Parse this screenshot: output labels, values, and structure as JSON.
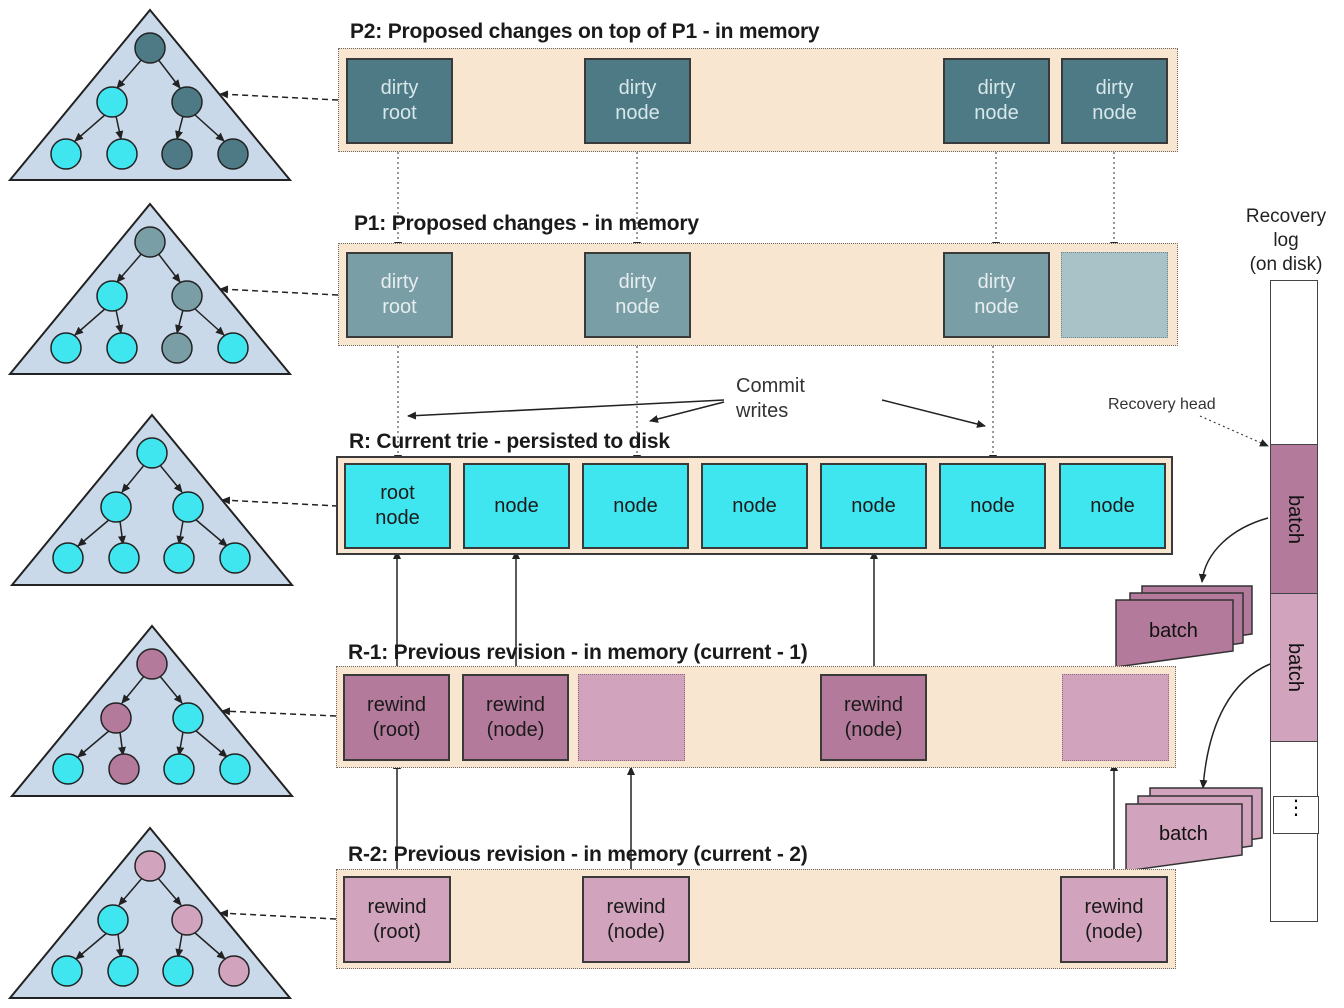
{
  "layers": {
    "p2": {
      "title": "P2: Proposed changes on top of P1 - in memory",
      "boxes": [
        {
          "line1": "dirty",
          "line2": "root"
        },
        {
          "line1": "dirty",
          "line2": "node"
        },
        {
          "line1": "dirty",
          "line2": "node"
        },
        {
          "line1": "dirty",
          "line2": "node"
        }
      ]
    },
    "p1": {
      "title": "P1: Proposed changes - in memory",
      "boxes": [
        {
          "line1": "dirty",
          "line2": "root"
        },
        {
          "line1": "dirty",
          "line2": "node"
        },
        {
          "line1": "dirty",
          "line2": "node"
        }
      ]
    },
    "r": {
      "title": "R: Current trie - persisted to disk",
      "boxes": [
        {
          "line1": "root",
          "line2": "node"
        },
        {
          "line1": "node"
        },
        {
          "line1": "node"
        },
        {
          "line1": "node"
        },
        {
          "line1": "node"
        },
        {
          "line1": "node"
        },
        {
          "line1": "node"
        }
      ]
    },
    "r1": {
      "title": "R-1: Previous revision - in memory (current - 1)",
      "boxes": [
        {
          "line1": "rewind",
          "line2": "(root)"
        },
        {
          "line1": "rewind",
          "line2": "(node)"
        },
        {
          "line1": "rewind",
          "line2": "(node)"
        }
      ]
    },
    "r2": {
      "title": "R-2: Previous revision - in memory (current - 2)",
      "boxes": [
        {
          "line1": "rewind",
          "line2": "(root)"
        },
        {
          "line1": "rewind",
          "line2": "(node)"
        },
        {
          "line1": "rewind",
          "line2": "(node)"
        }
      ]
    }
  },
  "commit_writes": {
    "line1": "Commit",
    "line2": "writes"
  },
  "recovery_log": {
    "label_line1": "Recovery",
    "label_line2": "log",
    "label_line3": "(on disk)",
    "head_label": "Recovery head",
    "segments": [
      "batch",
      "batch"
    ],
    "ellipsis": "⋮",
    "stacks": [
      "batch",
      "batch"
    ]
  },
  "colors": {
    "dirty_dark": "#4d7a85",
    "dirty_mid": "#7a9ea6",
    "cyan_node": "#40e6ef",
    "rewind_dark": "#b37a9b",
    "rewind_light": "#d2a3bd",
    "layer_bg": "#f8e6d0",
    "triangle_bg": "#c9d9ea"
  }
}
